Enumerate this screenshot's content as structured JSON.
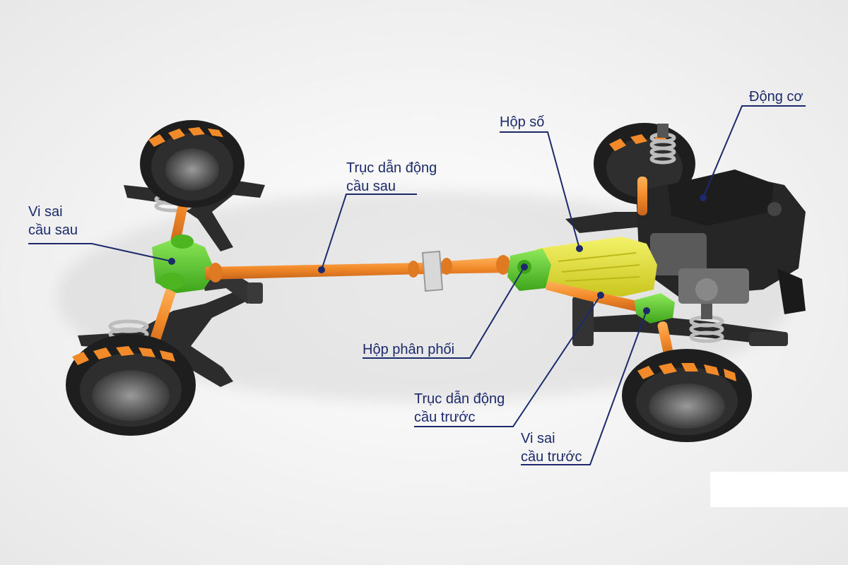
{
  "labels": {
    "rear_differential": {
      "line1": "Vi sai",
      "line2": "cầu sau"
    },
    "rear_driveshaft": {
      "line1": "Trục dẫn động",
      "line2": "cầu sau"
    },
    "gearbox": {
      "line1": "Hộp số"
    },
    "engine": {
      "line1": "Động cơ"
    },
    "transfer_case": {
      "line1": "Hộp phân phối"
    },
    "front_driveshaft": {
      "line1": "Trục dẫn động",
      "line2": "cầu trước"
    },
    "front_differential": {
      "line1": "Vi sai",
      "line2": "cầu trước"
    }
  },
  "colors": {
    "label_text": "#1c2a6b",
    "leader_line": "#1c2a6b",
    "driveshaft": "#f28a2a",
    "differential": "#62cc2a",
    "gearbox": "#e4e22a",
    "tire_chevron": "#f28a2a",
    "tire": "#1e1e1e",
    "chassis": "#2a2a2a",
    "engine": "#262626"
  }
}
